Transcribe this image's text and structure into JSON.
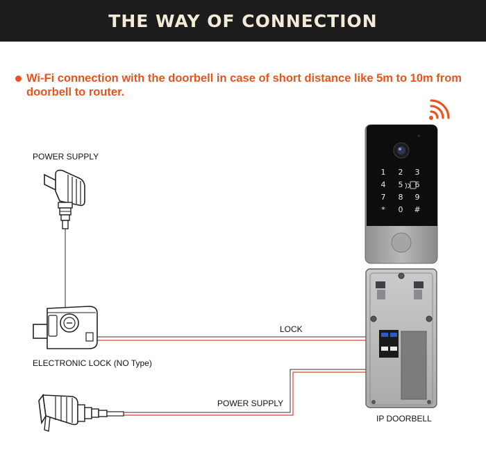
{
  "header": {
    "title": "THE WAY OF CONNECTION"
  },
  "note": {
    "text": "Wi-Fi connection with the doorbell in case of short distance like 5m to 10m from doorbell to router."
  },
  "labels": {
    "power_supply_top": "POWER SUPPLY",
    "electronic_lock": "ELECTRONIC LOCK (NO Type)",
    "lock_wire": "LOCK",
    "power_supply_bottom": "POWER SUPPLY",
    "ip_doorbell": "IP DOORBELL"
  },
  "keypad": {
    "keys": [
      "1",
      "2",
      "3",
      "4",
      "5",
      "6",
      "7",
      "8",
      "9",
      "*",
      "0",
      "#"
    ]
  },
  "colors": {
    "accent": "#e8541e",
    "banner": "#1c1c1c",
    "banner_text": "#f3ead8",
    "wire_red": "#d9402a"
  },
  "icons": {
    "wifi": "wifi-signal-icon",
    "card": "rfid-card-icon"
  }
}
